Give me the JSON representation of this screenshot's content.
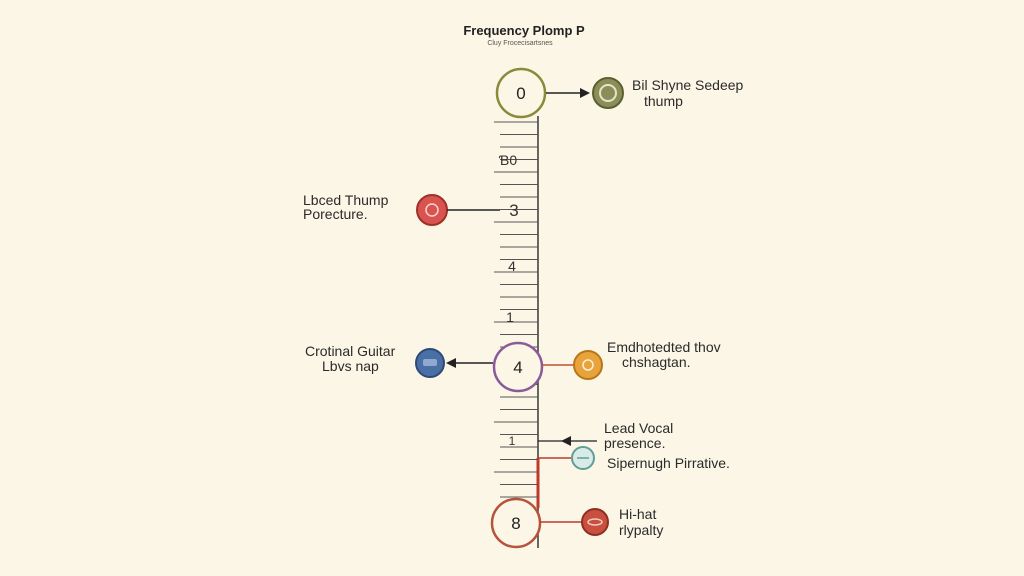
{
  "title": "Frequency Plomp P",
  "subtitle": "Cluy Frocecisartsnes",
  "scale_labels": [
    "Ɓ0",
    "3",
    "4",
    "1",
    "1"
  ],
  "nodes": {
    "top": "0",
    "middle": "4",
    "bottom": "8"
  },
  "annotations": {
    "top_right": {
      "line1": "Bil Shyne Sedeep",
      "line2": "thump",
      "icon": "drum-icon",
      "color": "#8a8f5a"
    },
    "left_upper": {
      "line1": "Lbced Thump",
      "line2": "Porecture.",
      "icon": "kick-icon",
      "color": "#d9534f"
    },
    "left_middle": {
      "line1": "Crotinal Guitar",
      "line2": "Lbvs nap",
      "icon": "guitar-icon",
      "color": "#4a6fa5"
    },
    "right_middle": {
      "line1": "Emdhotedted thov",
      "line2": "chshagtan.",
      "icon": "coin-icon",
      "color": "#e8a33d"
    },
    "right_lower_a": {
      "line1": "Lead Vocal",
      "line2": "presence.",
      "icon": "arrow-icon",
      "color": "#333333"
    },
    "right_lower_b": {
      "line1": "Sipernugh Pirrative.",
      "icon": "mic-icon",
      "color": "#5f9e96"
    },
    "bottom_right": {
      "line1": "Hi-hat",
      "line2": "rlypalty",
      "icon": "cymbal-icon",
      "color": "#c9503e"
    }
  }
}
